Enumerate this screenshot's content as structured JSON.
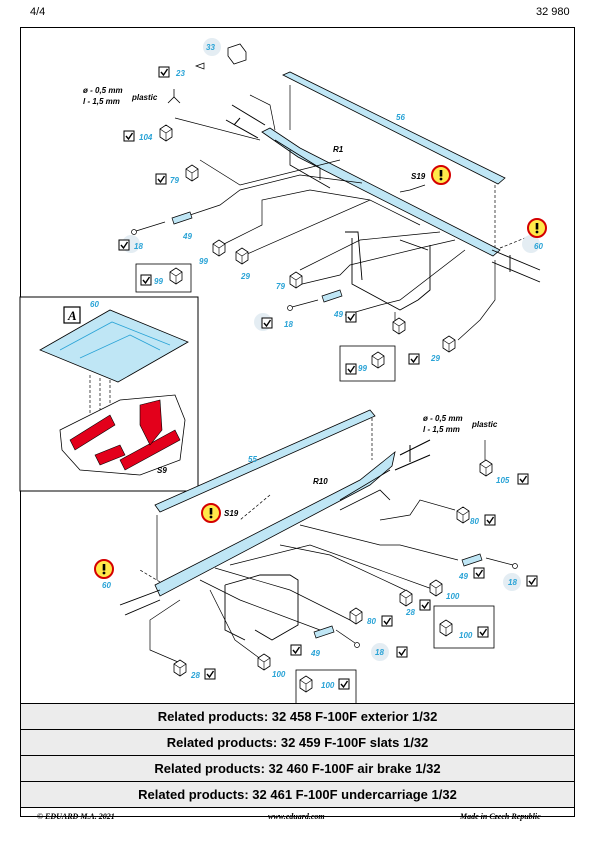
{
  "header": {
    "page": "4/4",
    "code": "32 980"
  },
  "inset": {
    "letter": "A",
    "top_part": "60",
    "bottom_ref": "S9"
  },
  "upper_assembly": {
    "spec_line1": "ø - 0,5 mm",
    "spec_line2": "l - 1,5 mm",
    "spec_material": "plastic",
    "strip_long": "56",
    "rail_ref": "R1",
    "ref_s": "S19",
    "parts": {
      "p33": "33",
      "p23": "23",
      "p104": "104",
      "p79a": "79",
      "p49a": "49",
      "p18a": "18",
      "p99a": "99",
      "p29a": "29",
      "p60": "60",
      "p79b": "79",
      "p18b": "18",
      "p49b": "49",
      "p99b": "99",
      "p29b": "29",
      "p99c": "99"
    }
  },
  "lower_assembly": {
    "spec_line1": "ø - 0,5 mm",
    "spec_line2": "l - 1,5 mm",
    "spec_material": "plastic",
    "strip_long": "55",
    "rail_ref": "R10",
    "ref_s": "S19",
    "parts": {
      "p105": "105",
      "p80a": "80",
      "p49a": "49",
      "p18a": "18",
      "p60": "60",
      "p28a": "28",
      "p100a": "100",
      "p100b": "100",
      "p80b": "80",
      "p49b": "49",
      "p18b": "18",
      "p28b": "28",
      "p100c": "100",
      "p100d": "100"
    }
  },
  "related_products": [
    "Related products: 32 458 F-100F exterior 1/32",
    "Related products: 32 459 F-100F slats 1/32",
    "Related products: 32 460 F-100F air brake 1/32",
    "Related products: 32 461 F-100F undercarriage 1/32"
  ],
  "footer": {
    "copyright": "© EDUARD  M.A. 2021",
    "url": "www.eduard.com",
    "origin": "Made in Czech Republic"
  },
  "colors": {
    "etch_blue": "#bfe6f5",
    "label_blue": "#29a3d6",
    "paint_red": "#e3001b",
    "warning_yellow": "#ffe94a",
    "panel_gray": "#ececec"
  }
}
